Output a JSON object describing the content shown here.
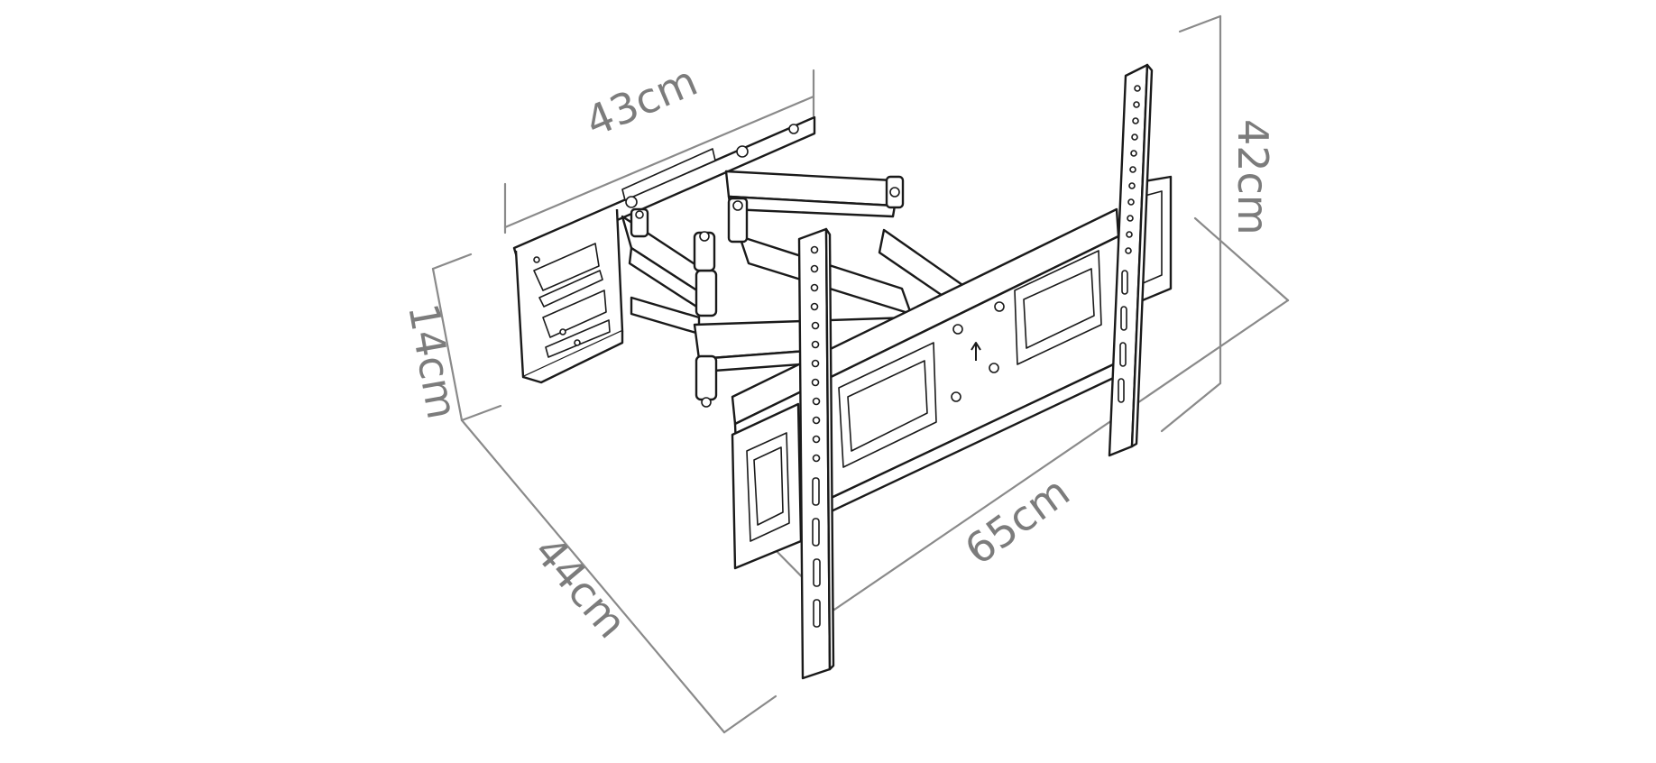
{
  "dimensions": {
    "top_width": "43cm",
    "height_right": "42cm",
    "wall_plate_height": "14cm",
    "depth": "44cm",
    "width_bottom": "65cm"
  },
  "colors": {
    "dimension_line": "#8a8a8a",
    "dimension_text": "#7c7c7c",
    "ink": "#1a1a1a",
    "background": "#ffffff"
  }
}
